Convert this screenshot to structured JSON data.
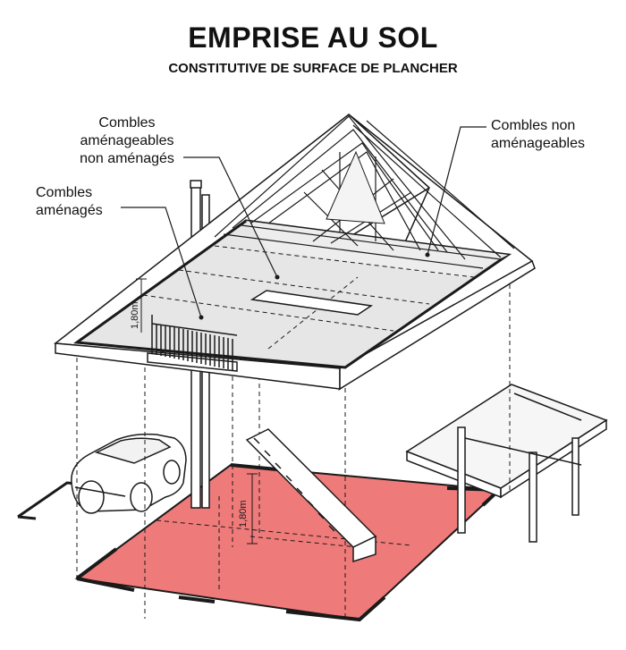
{
  "title": "EMPRISE AU SOL",
  "subtitle": "CONSTITUTIVE DE SURFACE DE PLANCHER",
  "labels": {
    "combles_amenageables_non_amenages": [
      "Combles",
      "aménageables",
      "non aménagés"
    ],
    "combles_amenages": [
      "Combles",
      "aménagés"
    ],
    "combles_non_amenageables": [
      "Combles non",
      "aménageables"
    ]
  },
  "dimensions": {
    "attic_height": "1,80m",
    "stair_height": "1,80m"
  },
  "colors": {
    "footprint": "#ef7a7a",
    "line": "#1a1a1a",
    "attic_fill": "#e6e6e6"
  }
}
